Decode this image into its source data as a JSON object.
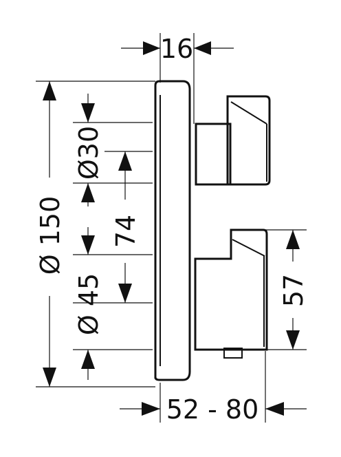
{
  "dimensions": {
    "wall_depth": "16",
    "small_diameter": "Ø30",
    "plate_diameter": "Ø 150",
    "spacing": "74",
    "large_diameter": "Ø 45",
    "lower_handle": "57",
    "projection": "52 - 80"
  }
}
